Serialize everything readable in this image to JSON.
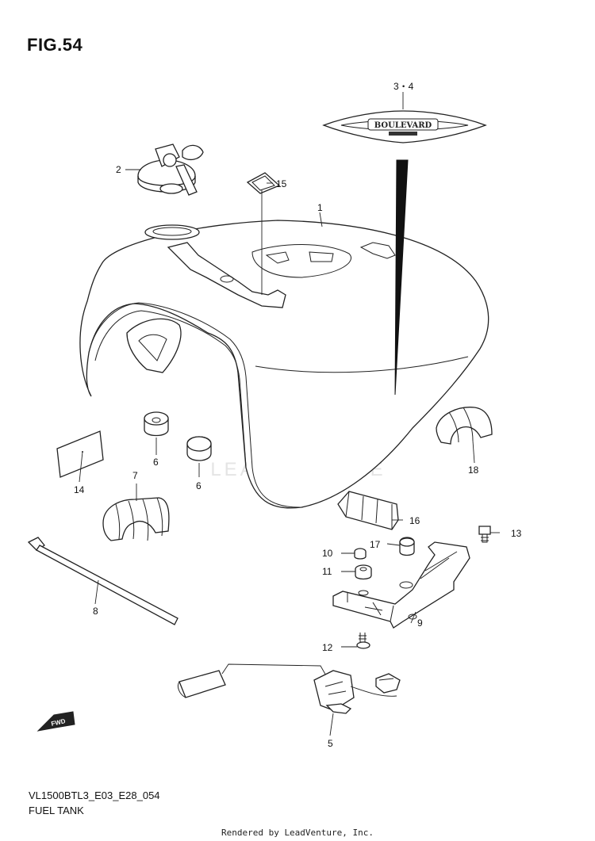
{
  "figure": {
    "title": "FIG.54",
    "code": "VL1500BTL3_E03_E28_054",
    "name": "FUEL TANK",
    "credit": "Rendered by LeadVenture, Inc."
  },
  "emblem_text": "BOULEVARD",
  "fwd_text": "FWD",
  "watermark_text": "LEADVENTURE",
  "callouts": {
    "c1": "1",
    "c2": "2",
    "c34": "3・4",
    "c5": "5",
    "c6a": "6",
    "c6b": "6",
    "c7": "7",
    "c8": "8",
    "c9": "9",
    "c10": "10",
    "c11": "11",
    "c12": "12",
    "c13": "13",
    "c14": "14",
    "c15": "15",
    "c16": "16",
    "c17": "17",
    "c18": "18"
  }
}
